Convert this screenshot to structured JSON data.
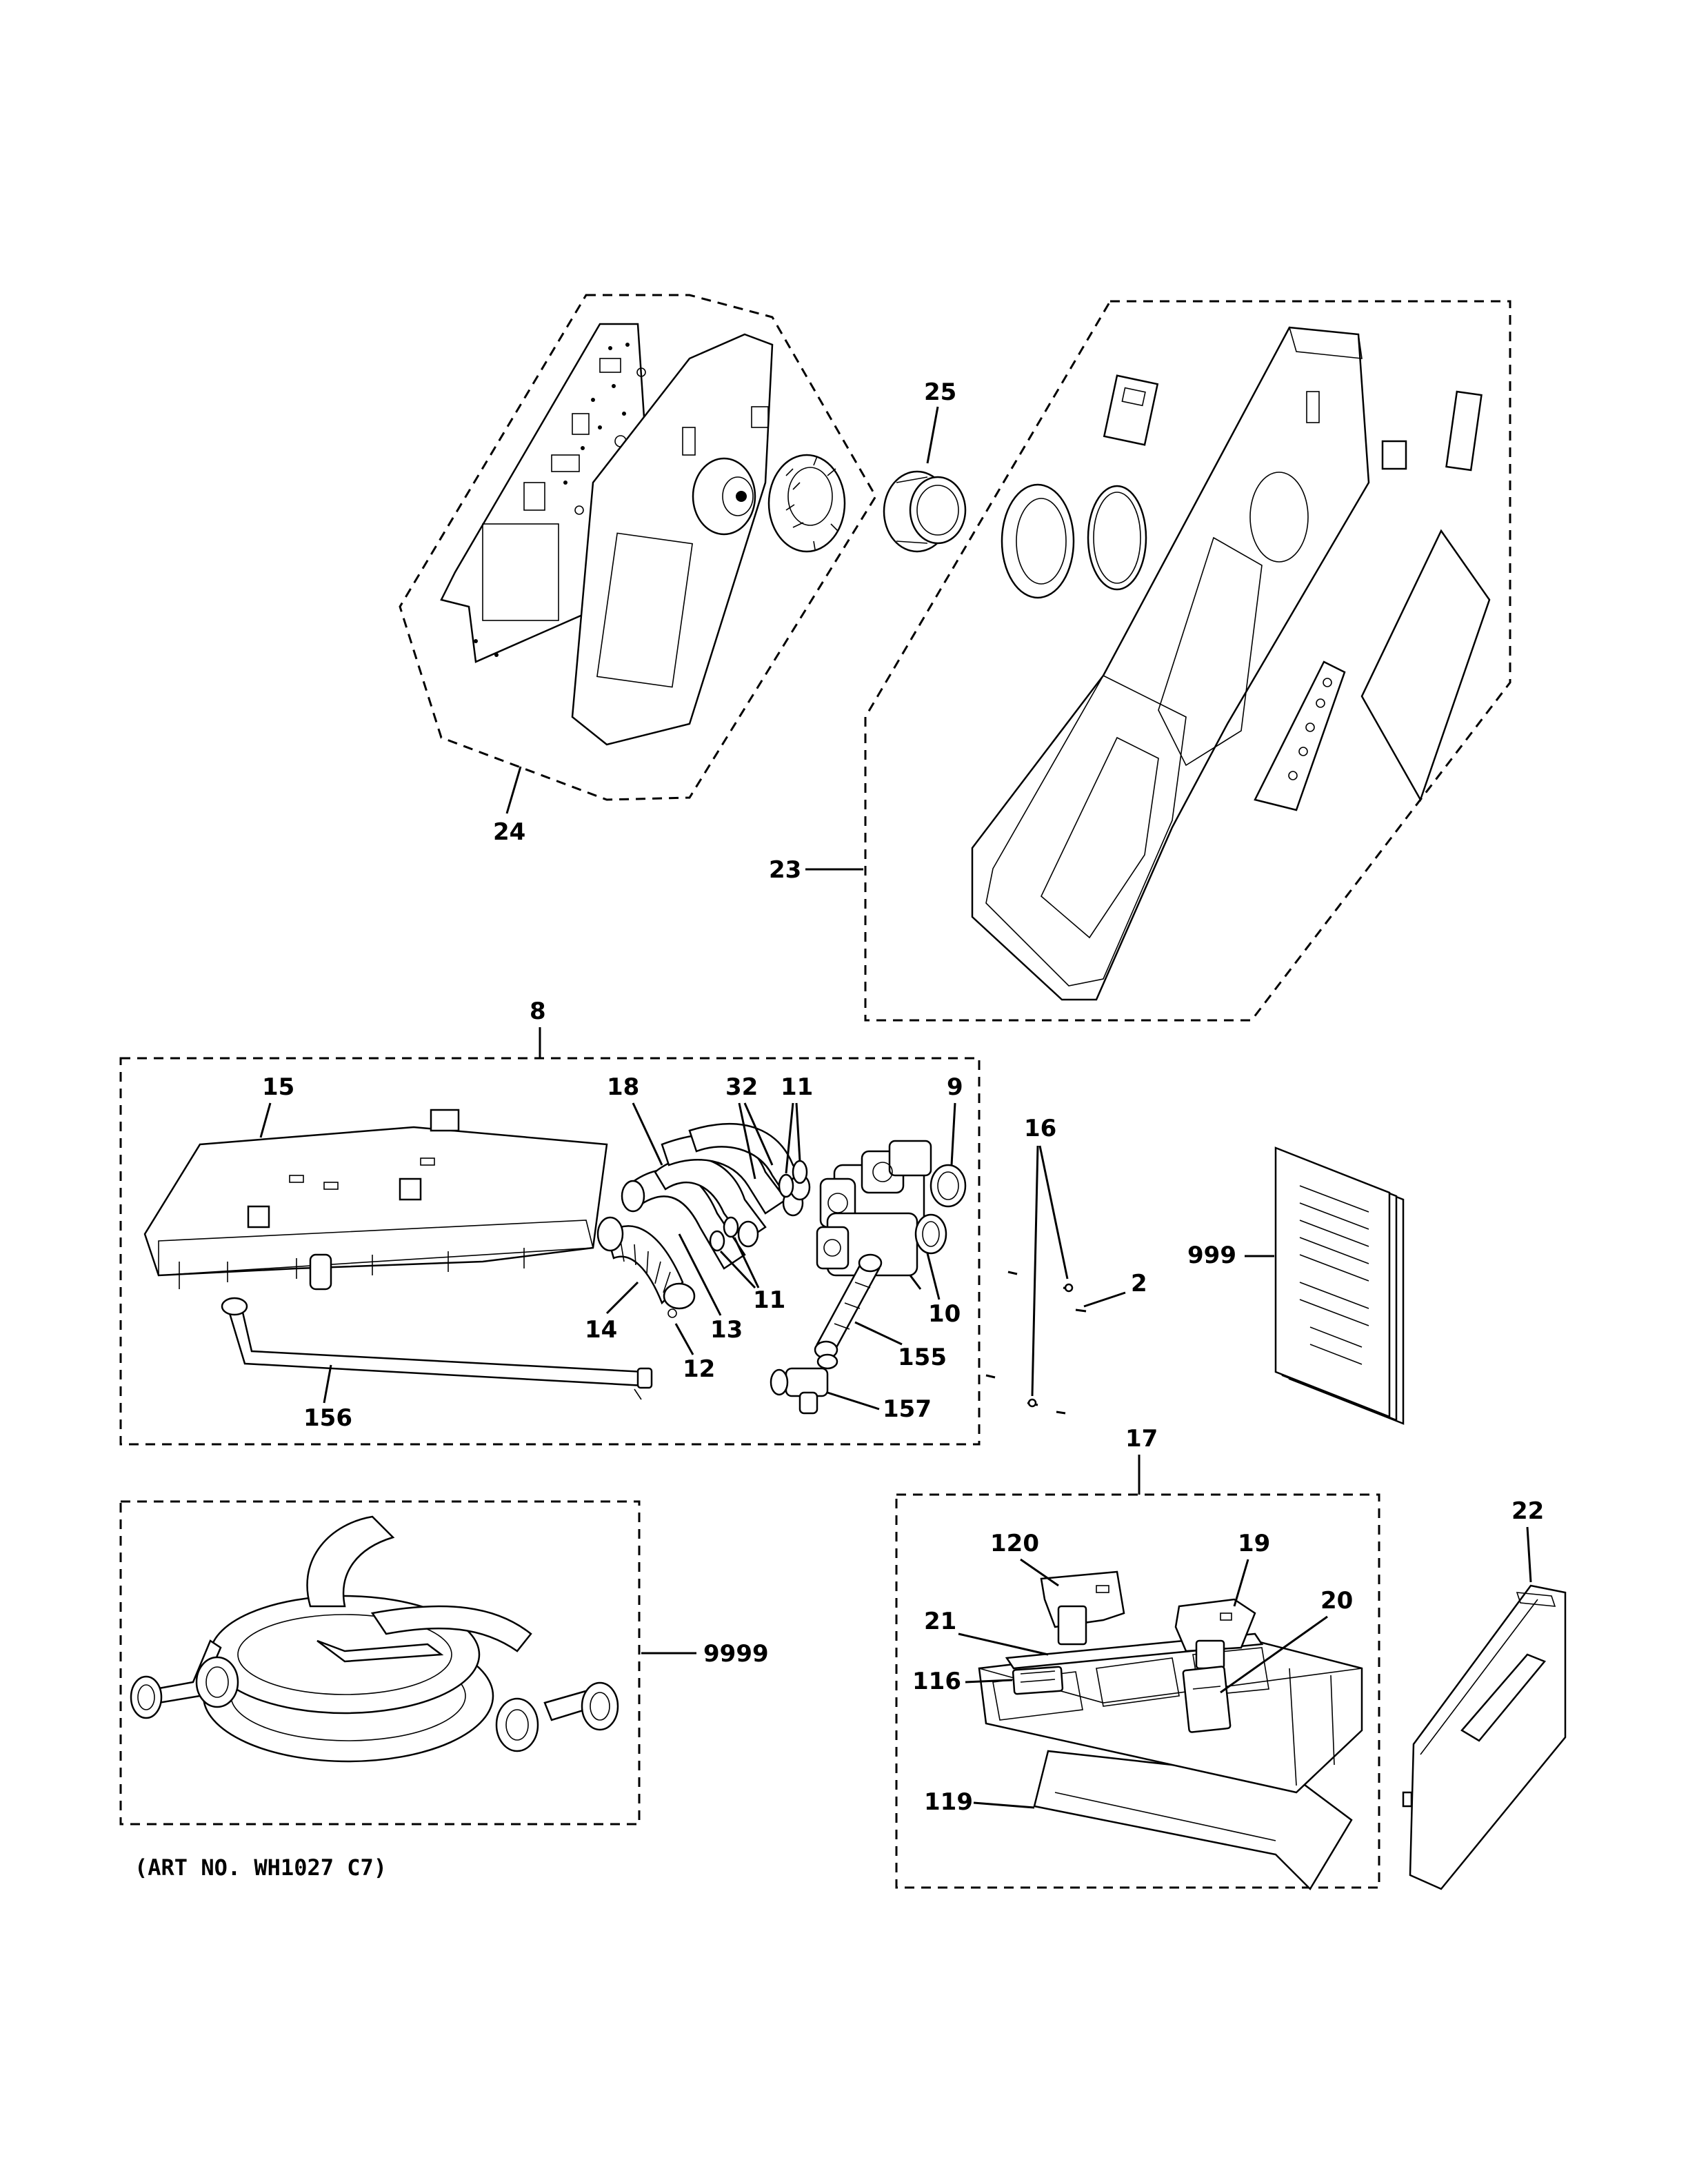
{
  "art_number": "(ART NO. WH1027 C7)",
  "callouts": {
    "c24": "24",
    "c25": "25",
    "c23": "23",
    "c8": "8",
    "c15": "15",
    "c18": "18",
    "c32": "32",
    "c11a": "11",
    "c9": "9",
    "c16": "16",
    "c999": "999",
    "c2": "2",
    "c11b": "11",
    "c10": "10",
    "c14": "14",
    "c13": "13",
    "c12": "12",
    "c155": "155",
    "c156": "156",
    "c157": "157",
    "c17": "17",
    "c22": "22",
    "c120": "120",
    "c19": "19",
    "c20": "20",
    "c21": "21",
    "c116": "116",
    "c119": "119",
    "c9999": "9999"
  }
}
